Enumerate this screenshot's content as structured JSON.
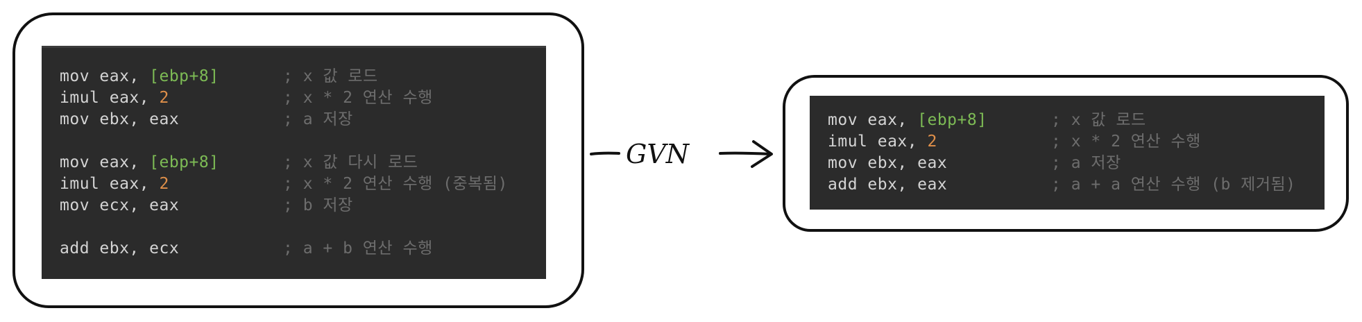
{
  "left_block": {
    "groups": [
      [
        {
          "pre": "mov eax, ",
          "bracket": "[ebp+8]",
          "post": "",
          "num": "",
          "comment": "; x 값 로드"
        },
        {
          "pre": "imul eax, ",
          "bracket": "",
          "post": "",
          "num": "2",
          "comment": "; x * 2 연산 수행"
        },
        {
          "pre": "mov ebx, eax",
          "bracket": "",
          "post": "",
          "num": "",
          "comment": "; a 저장"
        }
      ],
      [
        {
          "pre": "mov eax, ",
          "bracket": "[ebp+8]",
          "post": "",
          "num": "",
          "comment": "; x 값 다시 로드"
        },
        {
          "pre": "imul eax, ",
          "bracket": "",
          "post": "",
          "num": "2",
          "comment": "; x * 2 연산 수행 (중복됨)"
        },
        {
          "pre": "mov ecx, eax",
          "bracket": "",
          "post": "",
          "num": "",
          "comment": "; b 저장"
        }
      ],
      [
        {
          "pre": "add ebx, ecx",
          "bracket": "",
          "post": "",
          "num": "",
          "comment": "; a + b 연산 수행"
        }
      ]
    ]
  },
  "arrow_label": "GVN",
  "right_block": {
    "lines": [
      {
        "pre": "mov eax, ",
        "bracket": "[ebp+8]",
        "post": "",
        "num": "",
        "comment": "; x 값 로드"
      },
      {
        "pre": "imul eax, ",
        "bracket": "",
        "post": "",
        "num": "2",
        "comment": "; x * 2 연산 수행"
      },
      {
        "pre": "mov ebx, eax",
        "bracket": "",
        "post": "",
        "num": "",
        "comment": "; a 저장"
      },
      {
        "pre": "add ebx, eax",
        "bracket": "",
        "post": "",
        "num": "",
        "comment": "; a + a 연산 수행 (b 제거됨)"
      }
    ]
  },
  "colors": {
    "panel_bg": "#2b2b2b",
    "code_text": "#d4d4d4",
    "bracket": "#7dbb55",
    "number": "#e0904a",
    "comment": "#6d6d6d"
  }
}
